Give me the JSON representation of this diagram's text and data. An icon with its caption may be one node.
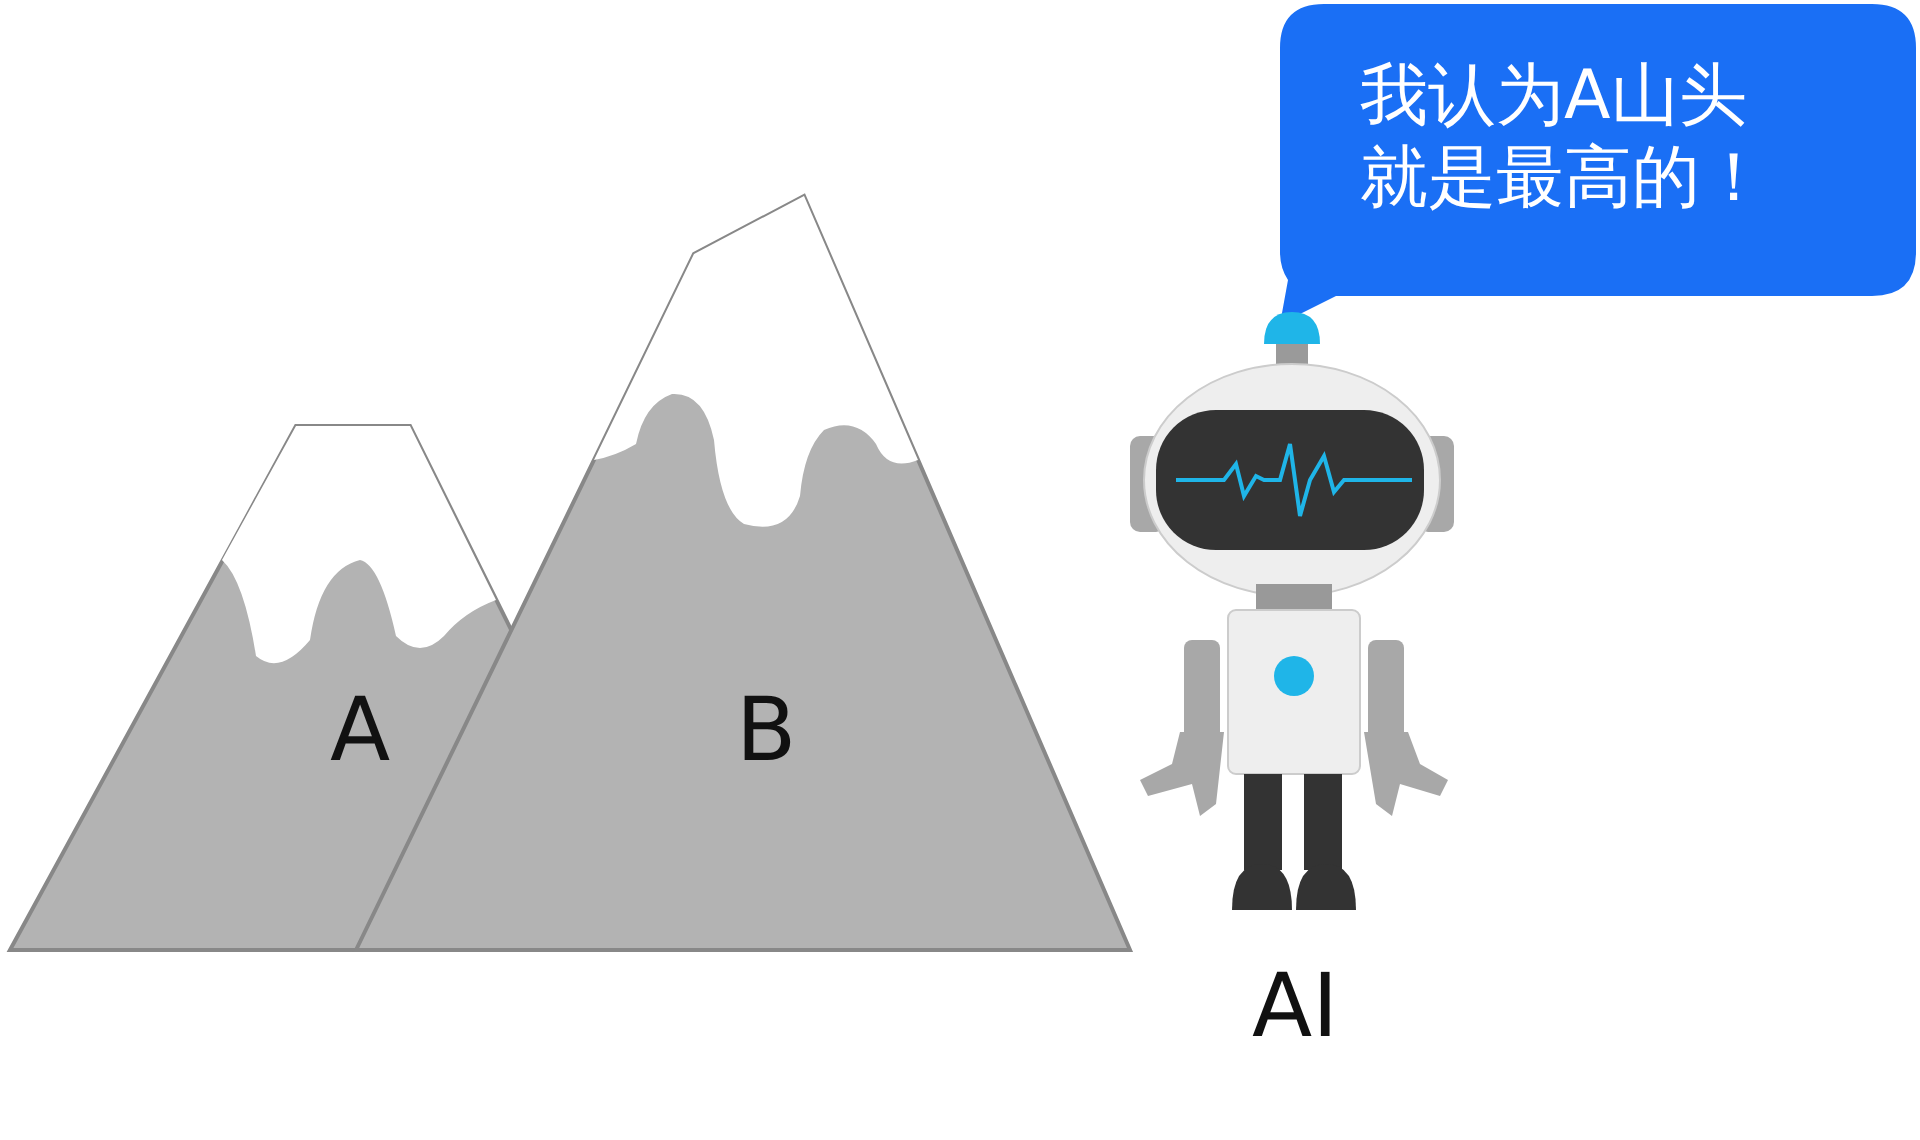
{
  "diagram": {
    "nodes": [
      {
        "text": [
          "A"
        ]
      },
      {
        "text": [
          "B"
        ]
      },
      {
        "text": [
          "我认为A山头就是最高的！"
        ]
      },
      {
        "text": [
          "AI"
        ]
      }
    ]
  }
}
